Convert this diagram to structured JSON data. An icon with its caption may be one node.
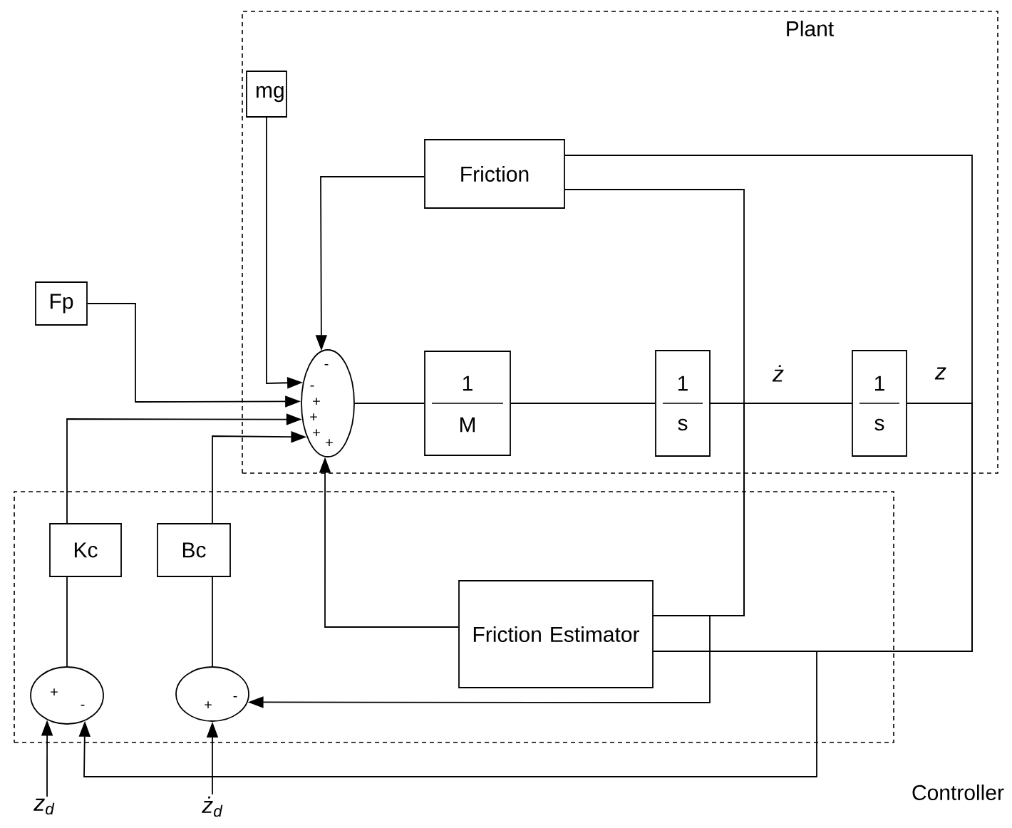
{
  "diagram": {
    "nodes": [
      {
        "text": [
          "Plant"
        ]
      },
      {
        "text": [
          "Controller"
        ]
      },
      {
        "text": [
          "mg"
        ],
        "in": 0
      },
      {
        "text": [
          "Friction"
        ],
        "in": 0
      },
      {
        "text": [
          "-",
          "-",
          "+",
          "+",
          "+",
          "+"
        ],
        "in": 0
      },
      {
        "text": [
          "1",
          "M"
        ],
        "in": 0
      },
      {
        "text": [
          "1",
          "s"
        ],
        "in": 0
      },
      {
        "text": [
          "1",
          "s"
        ],
        "in": 0
      },
      {
        "text": [
          "Fp"
        ]
      },
      {
        "text": [
          "Kc"
        ],
        "in": 1
      },
      {
        "text": [
          "Bc"
        ],
        "in": 1
      },
      {
        "text": [
          "Friction Estimator"
        ],
        "in": 1
      },
      {
        "text": [
          "+",
          "-"
        ],
        "in": 1
      },
      {
        "text": [
          "+",
          "-"
        ],
        "in": 1
      },
      {
        "text": [
          "z$_{d}$"
        ]
      },
      {
        "text": [
          "ż$_{d}$"
        ]
      }
    ],
    "edges": [
      {
        "from": 2,
        "to": 4,
        "arrow": "to"
      },
      {
        "from": 3,
        "to": 4,
        "arrow": "to"
      },
      {
        "from": 8,
        "to": 4,
        "arrow": "to"
      },
      {
        "from": 9,
        "to": 4,
        "arrow": "to"
      },
      {
        "from": 10,
        "to": 4,
        "arrow": "to"
      },
      {
        "from": 11,
        "to": 4,
        "arrow": "to"
      },
      {
        "from": 4,
        "to": 5,
        "arrow": "none"
      },
      {
        "from": 5,
        "to": 6,
        "arrow": "none"
      },
      {
        "from": 6,
        "to": 7,
        "arrow": "none"
      },
      {
        "from": 6,
        "to": 3,
        "arrow": "none"
      },
      {
        "from": 6,
        "to": 11,
        "arrow": "none"
      },
      {
        "from": 6,
        "to": 13,
        "arrow": "to"
      },
      {
        "from": 7,
        "to": 3,
        "arrow": "none"
      },
      {
        "from": 7,
        "to": 11,
        "arrow": "none"
      },
      {
        "from": 7,
        "to": 12,
        "arrow": "to"
      },
      {
        "from": 12,
        "to": 9,
        "arrow": "none"
      },
      {
        "from": 13,
        "to": 10,
        "arrow": "none"
      },
      {
        "from": 14,
        "to": 12,
        "arrow": "to"
      },
      {
        "from": 15,
        "to": 13,
        "arrow": "to"
      }
    ],
    "labels": [
      "ż",
      "z"
    ]
  }
}
